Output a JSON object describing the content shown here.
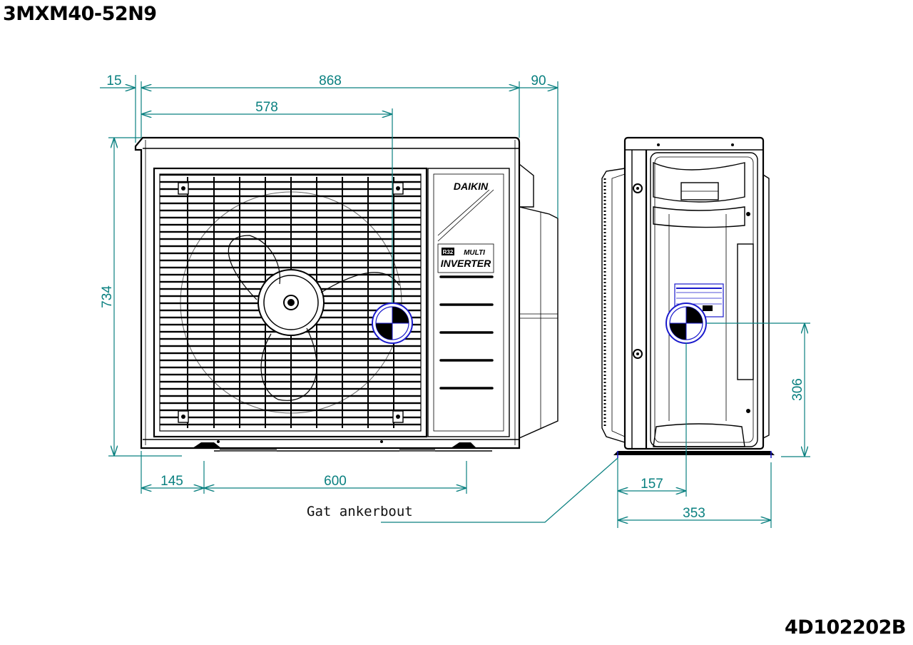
{
  "header": {
    "model": "3MXM40-52N9"
  },
  "footer": {
    "document_code": "4D102202B"
  },
  "front_view": {
    "brand_logo": "DAIKIN",
    "badge_refrigerant": "R32",
    "badge_line1": "MULTI",
    "badge_line2": "INVERTER",
    "dimensions": {
      "left_offset": "15",
      "width": "868",
      "right_protrusion": "90",
      "center_of_gravity_x": "578",
      "height": "734",
      "anchor_left": "145",
      "anchor_spacing": "600"
    },
    "anchor_label": "Gat ankerbout"
  },
  "side_view": {
    "dimensions": {
      "center_of_gravity_depth": "157",
      "depth": "353",
      "center_of_gravity_height": "306"
    }
  },
  "colors": {
    "dimension": "#0a8080",
    "outline": "#000000",
    "cog_marker": "#1a1acc"
  }
}
